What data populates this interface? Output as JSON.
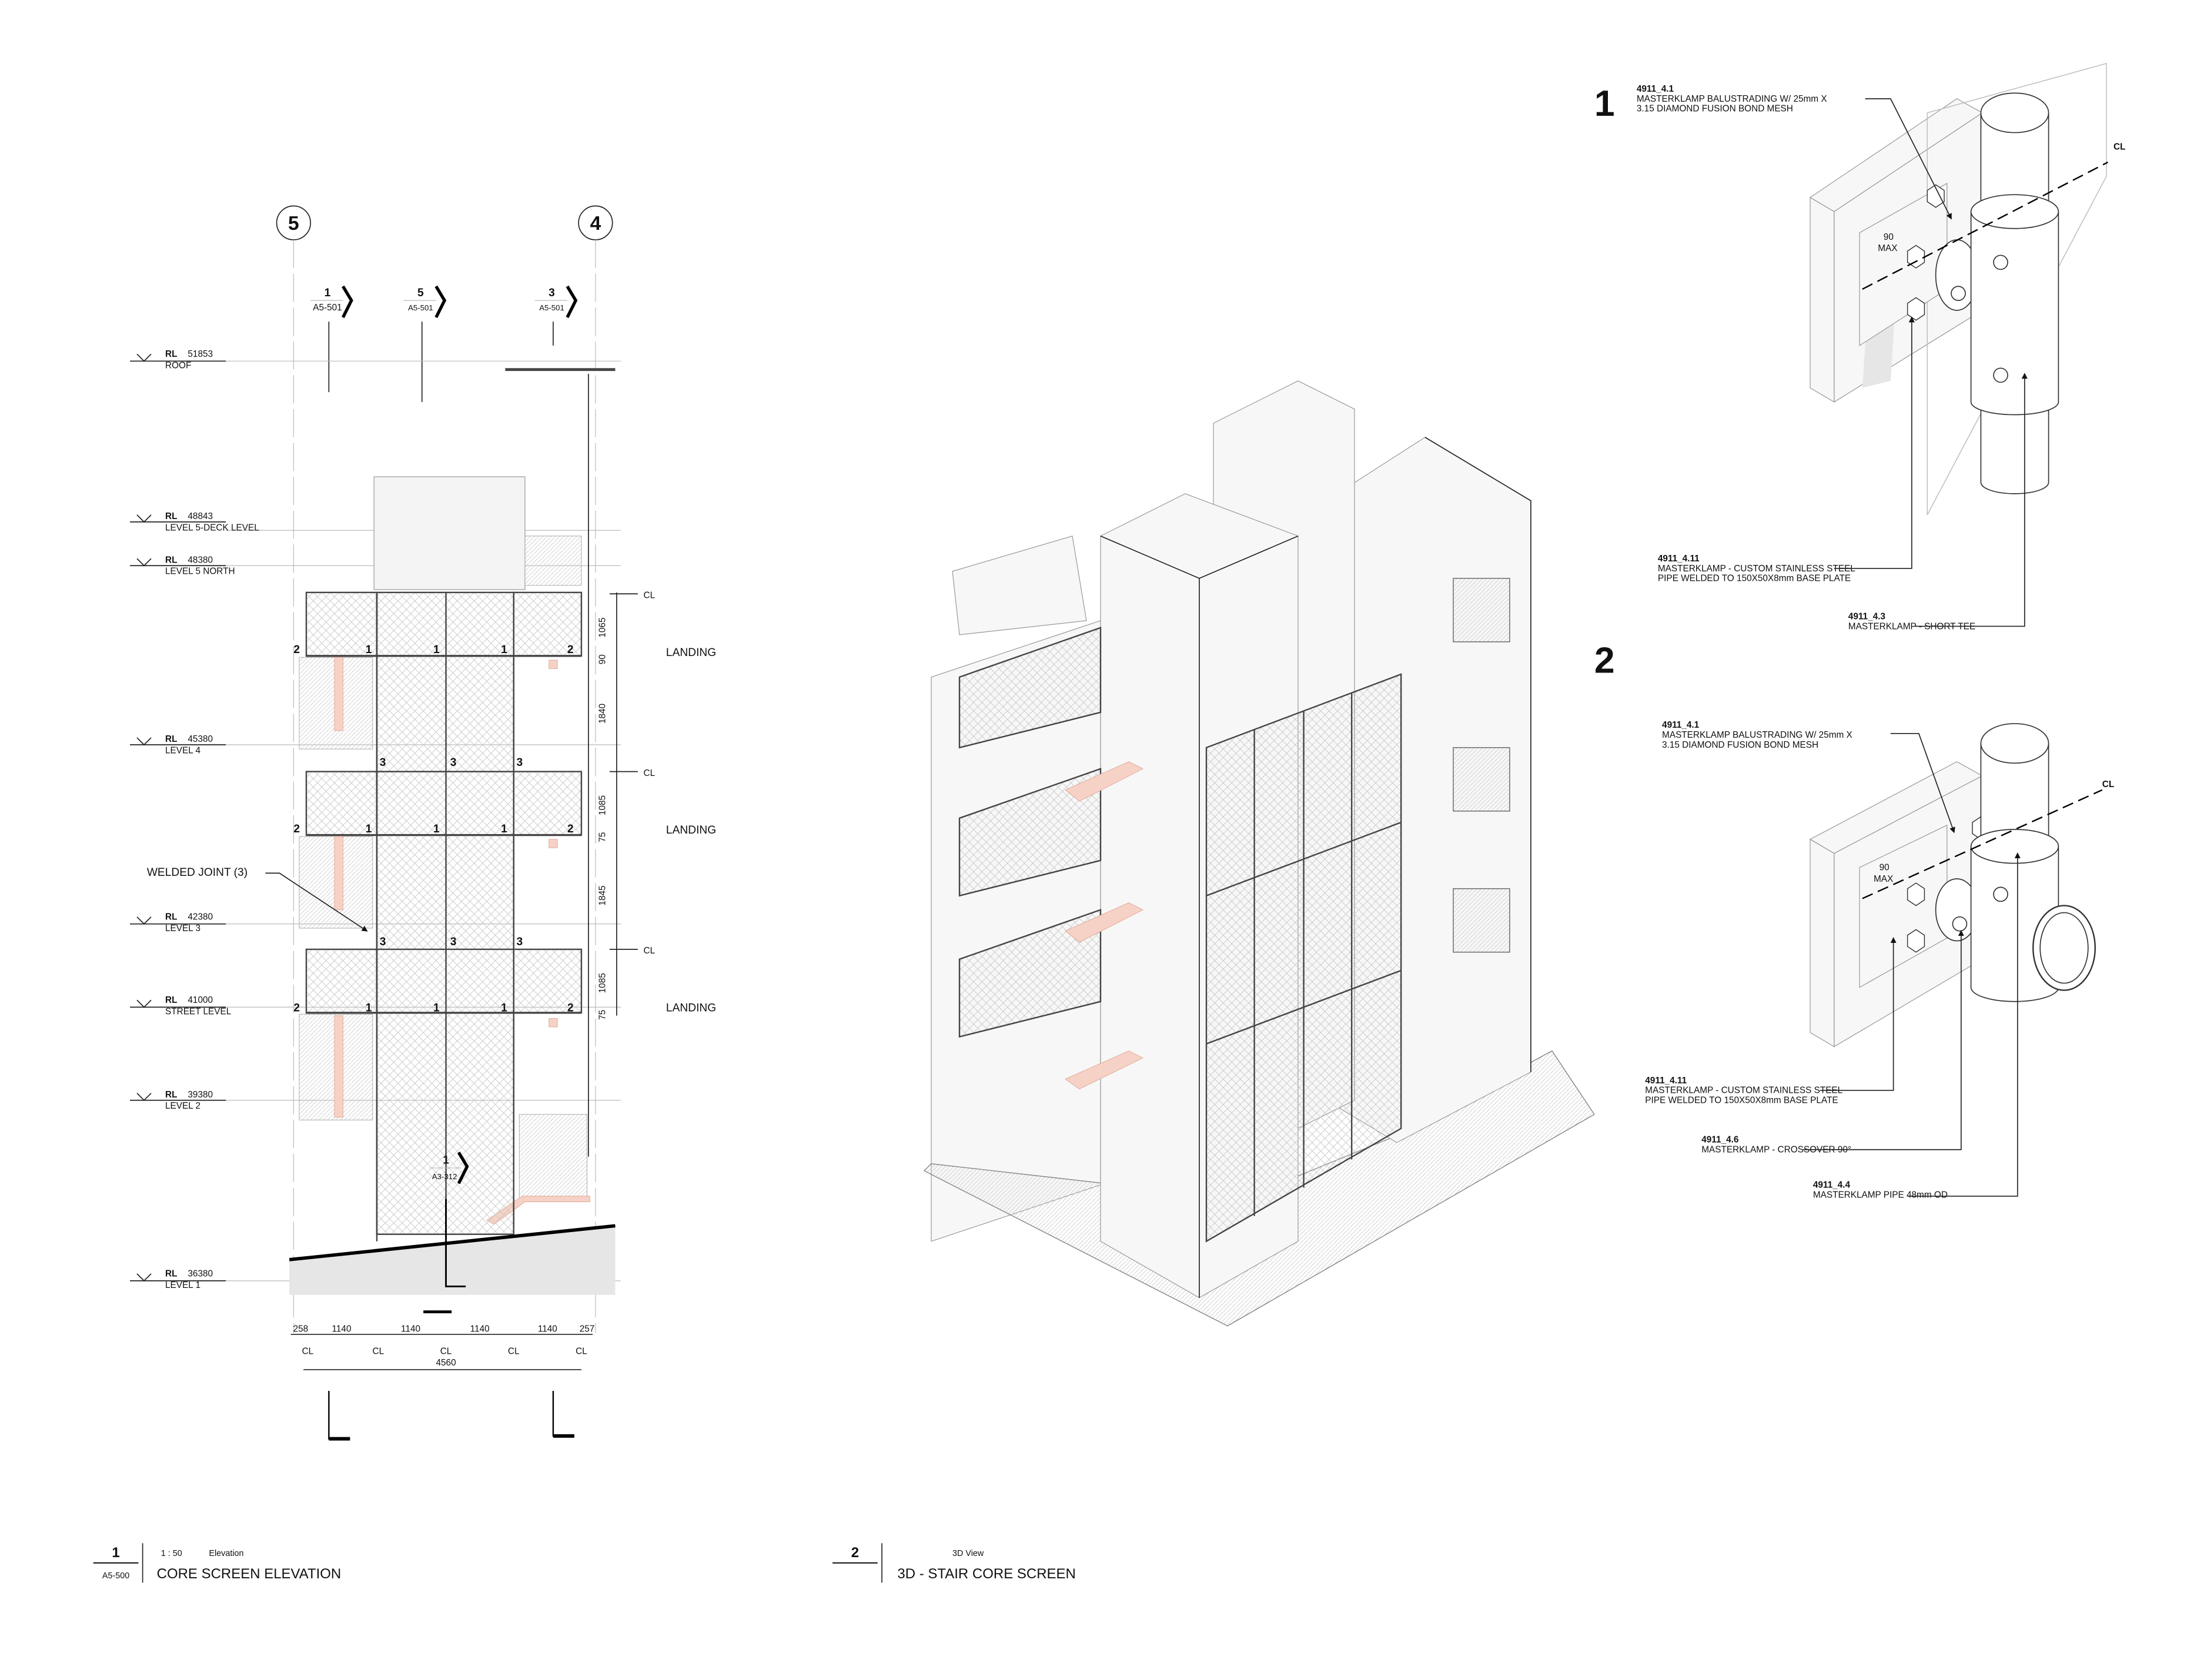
{
  "elevation": {
    "grids": [
      "5",
      "4"
    ],
    "section_marks": [
      {
        "num": "1",
        "sheet": "A5-501"
      },
      {
        "num": "5",
        "sheet": "A5-501"
      },
      {
        "num": "3",
        "sheet": "A5-501"
      }
    ],
    "levels": [
      {
        "rl": "RL",
        "value": "51853",
        "name": "ROOF"
      },
      {
        "rl": "RL",
        "value": "48843",
        "name": "LEVEL 5-DECK LEVEL"
      },
      {
        "rl": "RL",
        "value": "48380",
        "name": "LEVEL 5 NORTH"
      },
      {
        "rl": "RL",
        "value": "45380",
        "name": "LEVEL 4"
      },
      {
        "rl": "RL",
        "value": "42380",
        "name": "LEVEL 3"
      },
      {
        "rl": "RL",
        "value": "41000",
        "name": "STREET LEVEL"
      },
      {
        "rl": "RL",
        "value": "39380",
        "name": "LEVEL 2"
      },
      {
        "rl": "RL",
        "value": "36380",
        "name": "LEVEL 1"
      }
    ],
    "post_tags": [
      "2",
      "1",
      "1",
      "1",
      "2"
    ],
    "joint_tags": [
      "3",
      "3",
      "3"
    ],
    "welded_joint": "WELDED JOINT (3)",
    "landing": [
      "LANDING",
      "LANDING",
      "LANDING"
    ],
    "cl": "CL",
    "vertical_dims": [
      "1065",
      "90",
      "1840",
      "1085",
      "75",
      "1845",
      "1085",
      "75"
    ],
    "horizontal_dims": [
      "258",
      "1140",
      "1140",
      "1140",
      "1140",
      "257"
    ],
    "overall_dim": "4560",
    "section_mark_bottom": {
      "num": "1",
      "sheet": "A3-312"
    }
  },
  "titles": [
    {
      "num": "1",
      "sheet": "A5-500",
      "scale": "1 : 50",
      "type": "Elevation",
      "name": "CORE SCREEN ELEVATION"
    },
    {
      "num": "2",
      "type": "3D View",
      "name": "3D - STAIR CORE SCREEN"
    }
  ],
  "details": [
    {
      "num": "1",
      "cl": "CL",
      "dim": [
        "90",
        "MAX"
      ],
      "notes": [
        {
          "code": "4911_4.1",
          "lines": [
            "MASTERKLAMP BALUSTRADING W/ 25mm X",
            "3.15 DIAMOND FUSION BOND MESH"
          ]
        },
        {
          "code": "4911_4.11",
          "lines": [
            "MASTERKLAMP - CUSTOM STAINLESS STEEL",
            "PIPE WELDED TO 150X50X8mm BASE PLATE"
          ]
        },
        {
          "code": "4911_4.3",
          "lines": [
            "MASTERKLAMP - SHORT TEE"
          ]
        }
      ]
    },
    {
      "num": "2",
      "cl": "CL",
      "dim": [
        "90",
        "MAX"
      ],
      "notes": [
        {
          "code": "4911_4.1",
          "lines": [
            "MASTERKLAMP BALUSTRADING W/ 25mm X",
            "3.15 DIAMOND FUSION BOND MESH"
          ]
        },
        {
          "code": "4911_4.11",
          "lines": [
            "MASTERKLAMP - CUSTOM STAINLESS STEEL",
            "PIPE WELDED TO 150X50X8mm BASE PLATE"
          ]
        },
        {
          "code": "4911_4.6",
          "lines": [
            "MASTERKLAMP - CROSSOVER 90°"
          ]
        },
        {
          "code": "4911_4.4",
          "lines": [
            "MASTERKLAMP PIPE 48mm OD"
          ]
        }
      ]
    }
  ],
  "colors": {
    "weld_highlight": "#f6d2c6",
    "ground": "#e6e6e6",
    "line": "#222222"
  }
}
